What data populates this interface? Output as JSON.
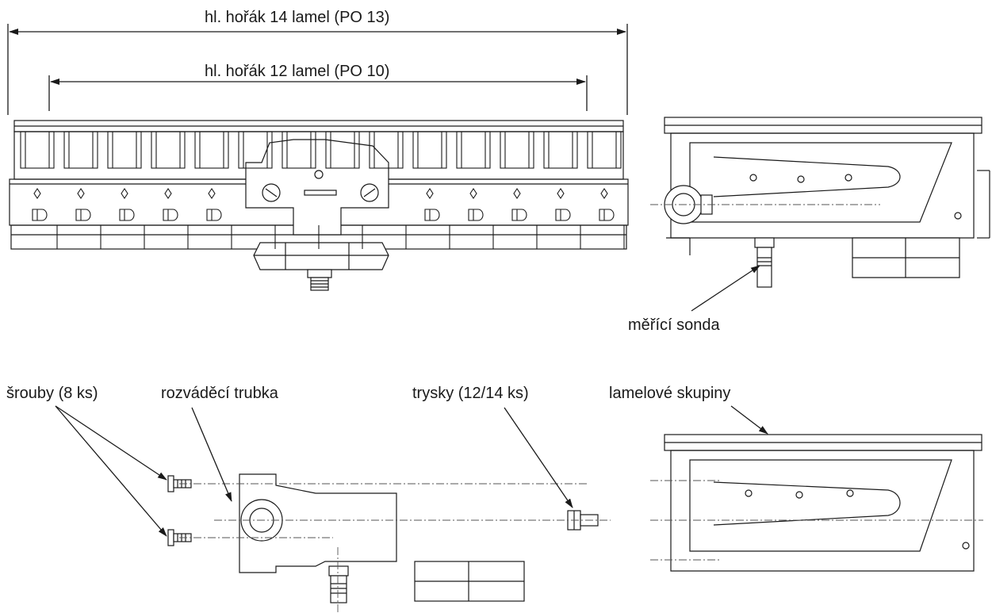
{
  "dimensions": {
    "burner_14": "hl. hořák 14 lamel (PO 13)",
    "burner_12": "hl. hořák 12 lamel (PO 10)"
  },
  "labels": {
    "probe": "měřící sonda",
    "screws": "šrouby (8 ks)",
    "manifold": "rozváděcí trubka",
    "nozzles": "trysky (12/14 ks)",
    "lamella_groups": "lamelové skupiny"
  }
}
